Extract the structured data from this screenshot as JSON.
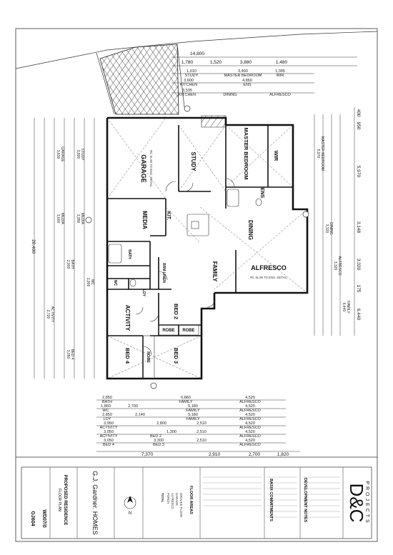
{
  "rooms": {
    "garage": "GARAGE",
    "garage_note": "RC SLAB TO ENG. DETAIL",
    "study": "STUDY",
    "master_bedroom": "MASTER BEDROOM",
    "wir": "WIR",
    "ens": "ENS",
    "media": "MEDIA",
    "kit": "KIT.",
    "dining": "DINING",
    "bath": "BATH",
    "linen": "BRM LINEN",
    "family": "FAMILY",
    "alfresco": "ALFRESCO",
    "alfresco_note": "RC SLAB TO ENG. DETAIL",
    "wc": "WC",
    "ldy": "LDY",
    "activity": "ACTIVITY",
    "bed2": "BED 2",
    "robe1": "ROBE",
    "robe2": "ROBE",
    "robe3": "ROBE",
    "bed3": "BED 3",
    "bed4": "BED 4"
  },
  "top_dims": {
    "overall": "14,800",
    "row1": [
      "1,780",
      "1,520",
      "3,880",
      "1,480"
    ],
    "row2": [
      "1,010",
      "STUDY",
      "3,400",
      "MASTER BEDROOM",
      "1,395",
      "WIR"
    ],
    "row3": [
      "3,600",
      "KITCHEN",
      "4,860",
      "ENS"
    ],
    "row4": [
      "3,535",
      "KITCHEN",
      "DINING",
      "ALFRESCO"
    ]
  },
  "bottom_dims": {
    "row1": [
      "2,850",
      "BATH",
      "6,860",
      "FAMILY",
      "4,520",
      "ALFRESCO"
    ],
    "row2": [
      "1,860",
      "WC",
      "2,700",
      "5,180",
      "FAMILY",
      "4,520",
      "ALFRESCO"
    ],
    "row3": [
      "2,850",
      "LDY",
      "2,140",
      "5,180",
      "FAMILY",
      "4,520",
      "ALFRESCO"
    ],
    "row4": [
      "3,950",
      "ACTIVITY",
      "2,800",
      "2,510",
      "4,520",
      "ALFRESCO"
    ],
    "row5": [
      "3,050",
      "ACTIVITY",
      "BED 2",
      "1,300",
      "2,510",
      "4,520",
      "ALFRESCO"
    ],
    "row6": [
      "3,050",
      "BED 4",
      "3,300",
      "BED 3",
      "2,510",
      "4,520",
      "ALFRESCO"
    ],
    "overall": [
      "7,370",
      "2,910",
      "2,700",
      "1,820"
    ]
  },
  "left_dims": {
    "items": [
      "3,600",
      "GARAGE",
      "3,800",
      "STUDY",
      "3,600",
      "MEDIA",
      "3,950",
      "MEDIA",
      "2,900",
      "BATH",
      "1,900",
      "WC",
      "2,720",
      "ACTIVITY",
      "3,050",
      "BED 4"
    ],
    "overall": "20,400"
  },
  "right_dims": {
    "items": [
      "5,970",
      "MASTER BEDROOM",
      "3,320",
      "DINING",
      "3,320",
      "ALFRESCO",
      "6,440",
      "FAMILY"
    ],
    "chain": [
      "400",
      "950",
      "5,970",
      "3,148",
      "3,320",
      "175",
      "6,440"
    ]
  },
  "title_block": {
    "brand_line1": "D&C",
    "brand_line2": "PROJECTS",
    "dev_title": "DEVELOPMENT NOTES",
    "basix_title": "BASIX COMMITMENTS",
    "floor_areas": "FLOOR AREAS",
    "areas": [
      "GROUND FLOOR",
      "GARAGE",
      "ALFRESCO",
      "PORCH",
      "TOTAL"
    ],
    "builder": "G.J. Gardner. HOMES",
    "project": "PROPOSED RESIDENCE",
    "sheet_name": "FLOOR PLAN",
    "job_no": "GJ604",
    "drawing_no": "WD07/0",
    "north": "N"
  }
}
